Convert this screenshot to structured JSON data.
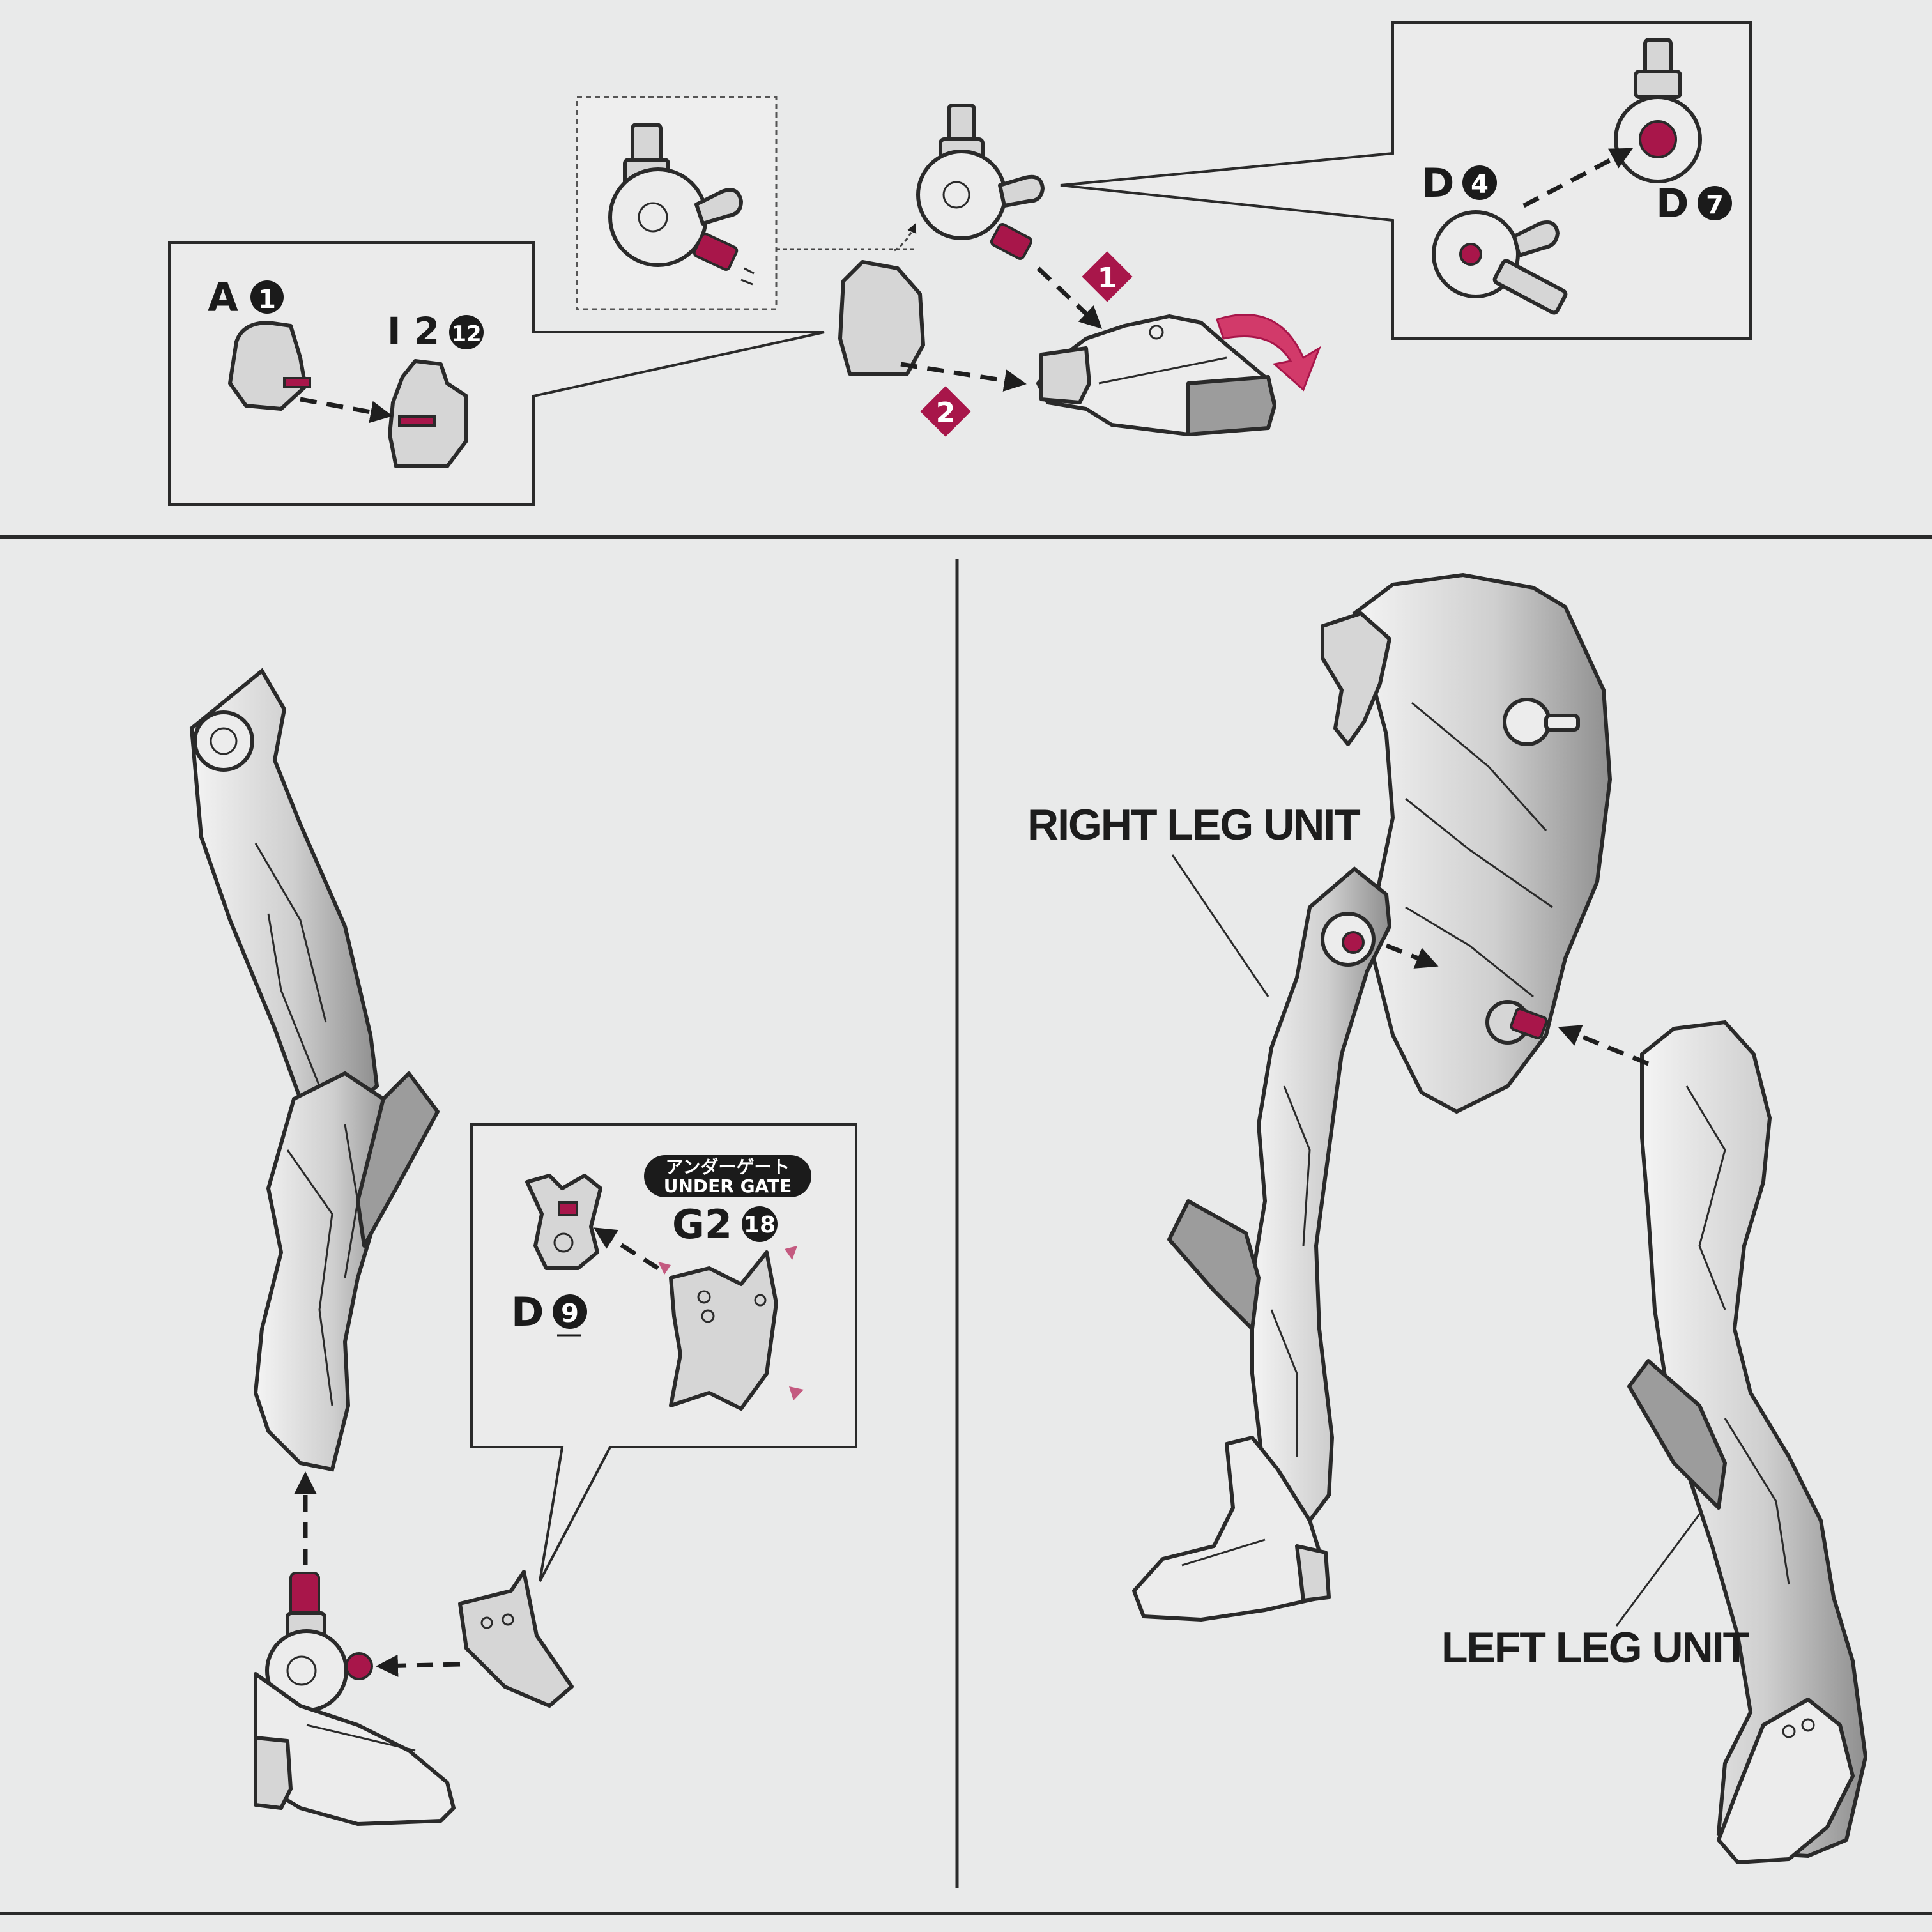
{
  "labels": {
    "a1": "A",
    "i12": "I 2",
    "d4": "D",
    "d7": "D",
    "d9": "D",
    "g218": "G2",
    "under_gate_jp": "アンダーゲート",
    "under_gate_en": "UNDER GATE",
    "right_leg_unit": "RIGHT LEG UNIT",
    "left_leg_unit": "LEFT LEG UNIT"
  },
  "numbers": {
    "a1": "1",
    "i12": "12",
    "d4": "4",
    "d7": "7",
    "d9": "9",
    "g218": "18",
    "step1": "1",
    "step2": "2"
  },
  "colors": {
    "accent": "#a8164a",
    "line": "#2a2a2a",
    "background": "#e9eaea"
  }
}
